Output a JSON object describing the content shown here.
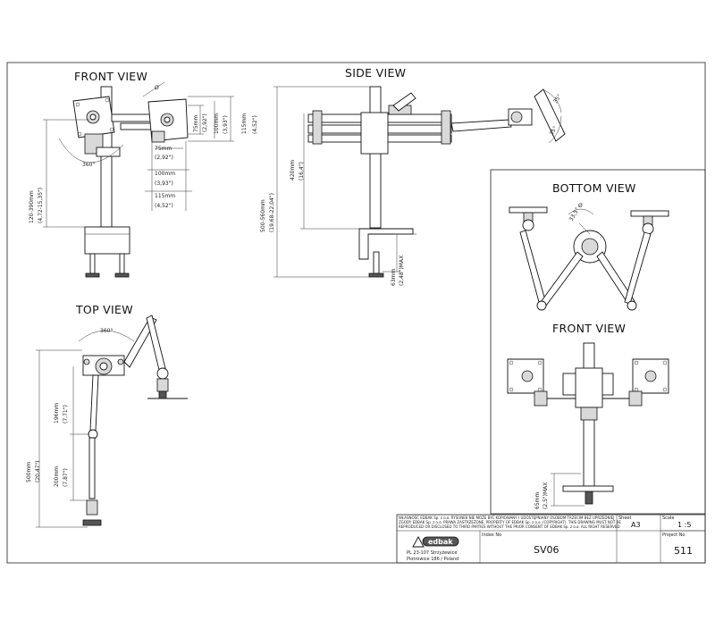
{
  "views": {
    "front_view": "FRONT VIEW",
    "side_view": "SIDE VIEW",
    "top_view": "TOP VIEW",
    "bottom_view": "BOTTOM VIEW",
    "front_view_2": "FRONT VIEW"
  },
  "dimensions": {
    "front_phi": "Ø",
    "front_75mm_v": "75mm",
    "front_2_92_v": "(2,92\")",
    "front_100mm_v": "100mm",
    "front_3_93_v": "(3,93\")",
    "front_115mm_v": "115mm",
    "front_4_52_v": "(4,52\")",
    "front_75mm_h": "75mm",
    "front_2_92_h": "(2,92\")",
    "front_100mm_h": "100mm",
    "front_3_93_h": "(3,93\")",
    "front_115mm_h": "115mm",
    "front_4_52_h": "(4,52\")",
    "front_height": "120-390mm",
    "front_height_in": "(4,72-15,35\")",
    "front_rotation": "360°",
    "side_height": "500-560mm",
    "side_height_in": "(19,68-22,04\")",
    "side_arm": "420mm",
    "side_arm_in": "(16,4\")",
    "side_clamp": "63mm",
    "side_clamp_in": "(2,48\")MAX",
    "side_tilt1": "35°",
    "side_tilt2": "35°",
    "top_rotation": "360°",
    "top_total": "500mm",
    "top_total_in": "(20,47\")",
    "top_seg1": "196mm",
    "top_seg1_in": "(7,71\")",
    "top_seg2": "200mm",
    "top_seg2_in": "(7,87\")",
    "bottom_phi": "Ø",
    "bottom_rot": "33,5°",
    "front2_clamp": "65mm",
    "front2_clamp_in": "(2,5\")MAX"
  },
  "title_block": {
    "copyright": [
      "WŁASNOŚĆ EDBAK Sp. z o.o. RYSUNEK NIE MOŻE BYĆ KOPIOWANY I UDOSTĘPNIANY OSOBOM TRZECIM BEZ UPRZEDNIEJ",
      "ZGODY EDBAK Sp. z o.o. PRAWA ZASTRZEŻONE. PROPERTY OF EDBAK Sp. z o.o. (COPYRIGHT). THIS DRAWING MUST NOT BE",
      "REPRODUCED OR DISCLOSED TO THIRD PARTIES WITHOUT THE PRIOR CONSENT OF EDBAK Sp. z o.o. ALL RIGHT RESERVED."
    ],
    "logo": "edbak",
    "address1": "PL 23-107 Strzyżewice",
    "address2": "Piotrowice 186 / Poland",
    "index_label": "Index No",
    "index_value": "SV06",
    "sheet_label": "Sheet",
    "sheet_value": "A3",
    "scale_label": "Scale",
    "scale_value": "1 :5",
    "project_label": "Project No",
    "project_value": "511"
  }
}
